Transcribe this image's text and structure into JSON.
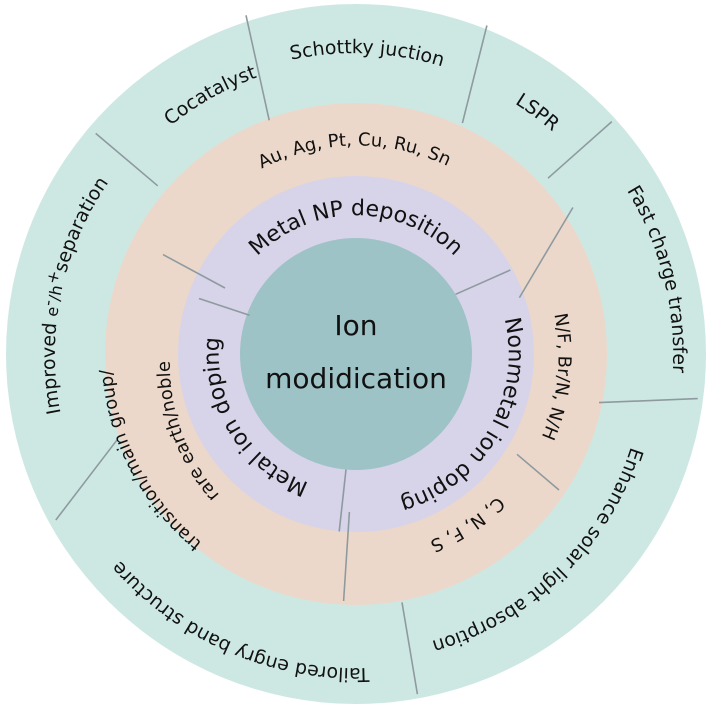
{
  "colors": {
    "outer": "#cde8e3",
    "peach": "#ecd8ca",
    "lavender": "#d7d3e8",
    "center": "#9ec3c6",
    "divider": "#8e9aa0"
  },
  "center": {
    "line1": "Ion",
    "line2": "modidication"
  },
  "lavender": {
    "metal_np": "Metal NP deposition",
    "nonmetal": "Nonmetal ion doping",
    "metal_ion": "Metal ion doping"
  },
  "peach": {
    "metals": "Au, Ag, Pt, Cu, Ru, Sn",
    "nf": "N/F, Br/N, N/H",
    "cnfs": "C, N, F, S",
    "rare": "rare earth/noble",
    "transition": "transition/main group/"
  },
  "outer": {
    "cocatalyst": "Cocatalyst",
    "schottky": "Schottky juction",
    "lspr": "LSPR",
    "fast": "Fast charge transfer",
    "enhance": "Enhance solar light absorption",
    "tailored": "Tailored engry band structure",
    "improved_a": "Improved ",
    "improved_b": "e",
    "improved_c": "-",
    "improved_d": "/h",
    "improved_e": "+",
    "improved_f": "separation"
  }
}
